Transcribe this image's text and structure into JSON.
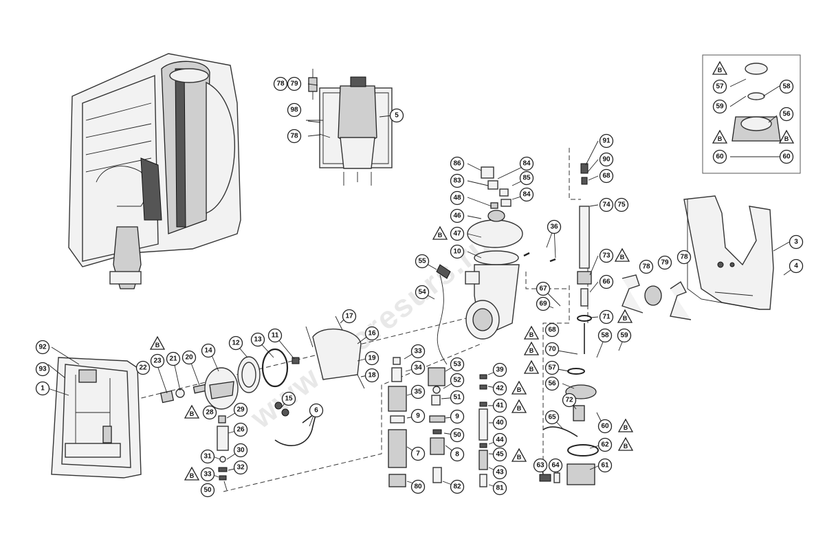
{
  "watermark": "www.ecoresurs.ru",
  "callouts": [
    "1",
    "3",
    "4",
    "5",
    "6",
    "7",
    "8",
    "9",
    "10",
    "11",
    "12",
    "13",
    "14",
    "15",
    "16",
    "17",
    "18",
    "19",
    "20",
    "21",
    "22",
    "23",
    "26",
    "28",
    "29",
    "30",
    "31",
    "32",
    "33",
    "34",
    "35",
    "36",
    "39",
    "40",
    "41",
    "42",
    "43",
    "44",
    "45",
    "46",
    "47",
    "48",
    "50",
    "51",
    "52",
    "53",
    "54",
    "55",
    "56",
    "57",
    "58",
    "59",
    "60",
    "61",
    "62",
    "63",
    "64",
    "65",
    "66",
    "67",
    "68",
    "69",
    "70",
    "71",
    "72",
    "73",
    "74",
    "75",
    "78",
    "79",
    "80",
    "81",
    "82",
    "83",
    "84",
    "85",
    "86",
    "90",
    "91",
    "92",
    "93",
    "98"
  ],
  "marker_letter": "B"
}
